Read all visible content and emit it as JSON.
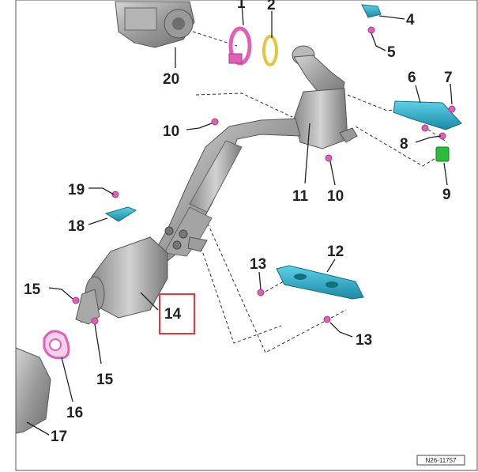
{
  "diagram": {
    "callouts": [
      "1",
      "2",
      "4",
      "5",
      "6",
      "7",
      "8",
      "9",
      "10",
      "10",
      "11",
      "12",
      "13",
      "13",
      "14",
      "15",
      "15",
      "16",
      "17",
      "18",
      "19",
      "20"
    ],
    "reference_code": "N26-11757",
    "highlighted_part": "14"
  },
  "colors": {
    "clamp_pink": "#e060b8",
    "ring_yellow": "#e2c63c",
    "shield_cyan": "#2aa8c4",
    "connector_green": "#2cbc3c",
    "highlight_red": "#e2373c",
    "part_gray": "#a8a8a8"
  }
}
